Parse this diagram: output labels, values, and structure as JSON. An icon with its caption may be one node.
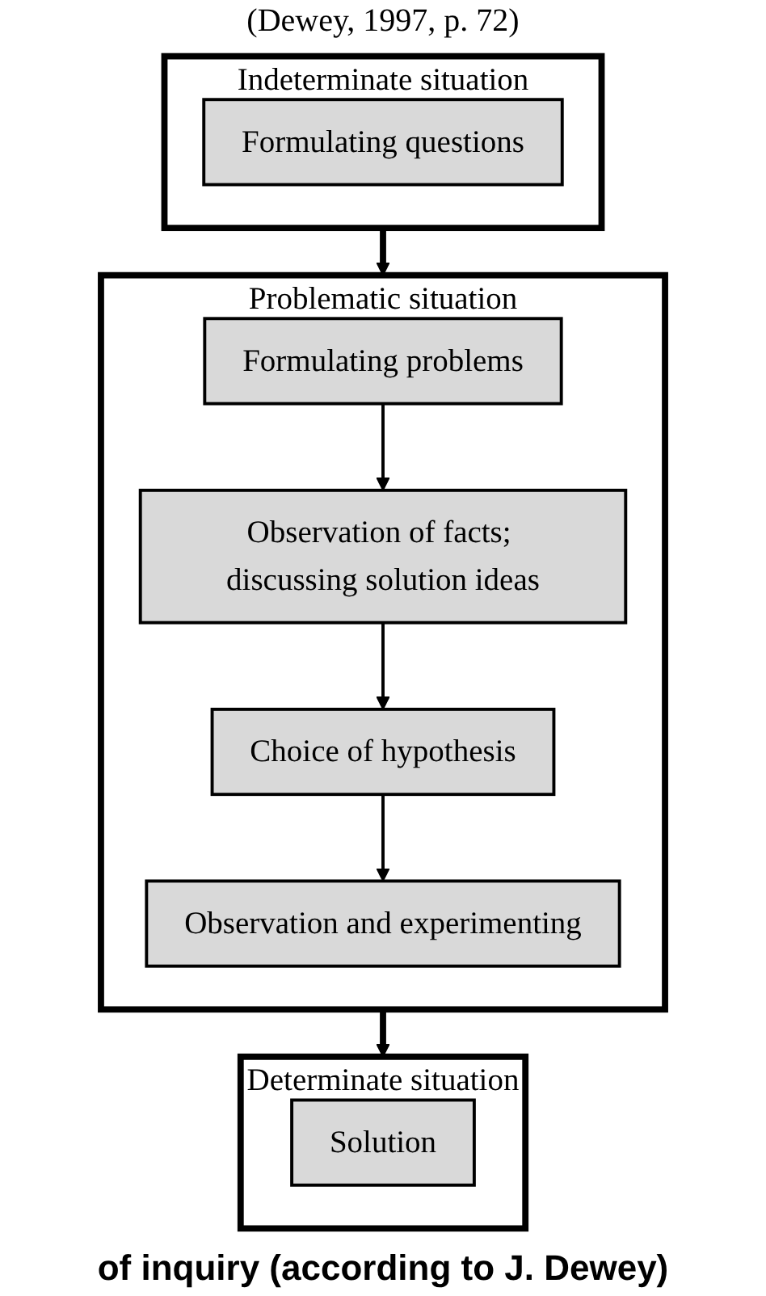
{
  "diagram": {
    "caption": "of inquiry (according to J. Dewey)",
    "nodes": [
      {
        "text": [
          "Indeterminate situation"
        ]
      },
      {
        "text": [
          "Formulating questions"
        ],
        "in": 0
      },
      {
        "text": [
          "Problematic situation"
        ]
      },
      {
        "text": [
          "Formulating problems"
        ],
        "in": 2
      },
      {
        "text": [
          "Observation of facts; discussing solution ideas"
        ],
        "in": 2
      },
      {
        "text": [
          "Choice of hypothesis"
        ],
        "in": 2
      },
      {
        "text": [
          "Observation and experimenting"
        ],
        "in": 2
      },
      {
        "text": [
          "Determinate situation"
        ]
      },
      {
        "text": [
          "Solution"
        ],
        "in": 7
      }
    ],
    "edges": [
      {
        "from": 0,
        "to": 2,
        "arrow": "to",
        "style": "thick"
      },
      {
        "from": 3,
        "to": 4,
        "arrow": "to"
      },
      {
        "from": 4,
        "to": 5,
        "arrow": "to"
      },
      {
        "from": 5,
        "to": 6,
        "arrow": "to"
      },
      {
        "from": 2,
        "to": 7,
        "arrow": "to",
        "style": "thick"
      }
    ],
    "labels": [
      "(Dewey, 1997, p. 72)"
    ]
  }
}
